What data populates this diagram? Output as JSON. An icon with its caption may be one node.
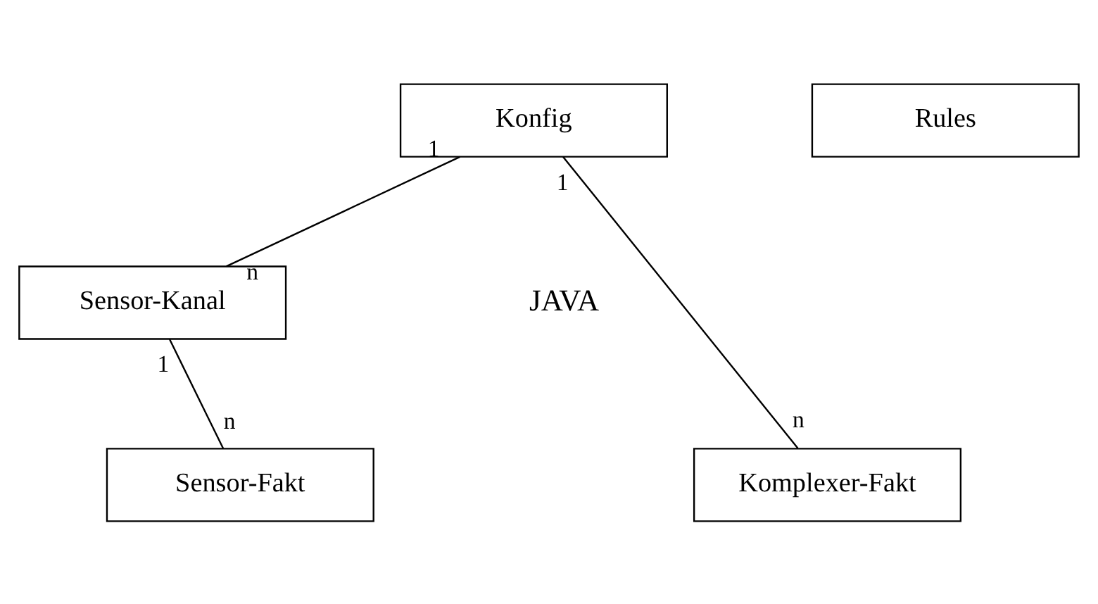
{
  "diagram": {
    "nodes": [
      {
        "text": [
          "Konfig"
        ]
      },
      {
        "text": [
          "Rules"
        ]
      },
      {
        "text": [
          "Sensor-Kanal"
        ]
      },
      {
        "text": [
          "Sensor-Fakt"
        ]
      },
      {
        "text": [
          "Komplexer-Fakt"
        ]
      }
    ],
    "edges": [
      {
        "from": 0,
        "to": 2,
        "arrow": "none"
      },
      {
        "from": 0,
        "to": 4,
        "arrow": "none"
      },
      {
        "from": 2,
        "to": 3,
        "arrow": "none"
      }
    ],
    "labels": [
      "1",
      "1",
      "n",
      "1",
      "n",
      "n",
      "JAVA"
    ]
  }
}
